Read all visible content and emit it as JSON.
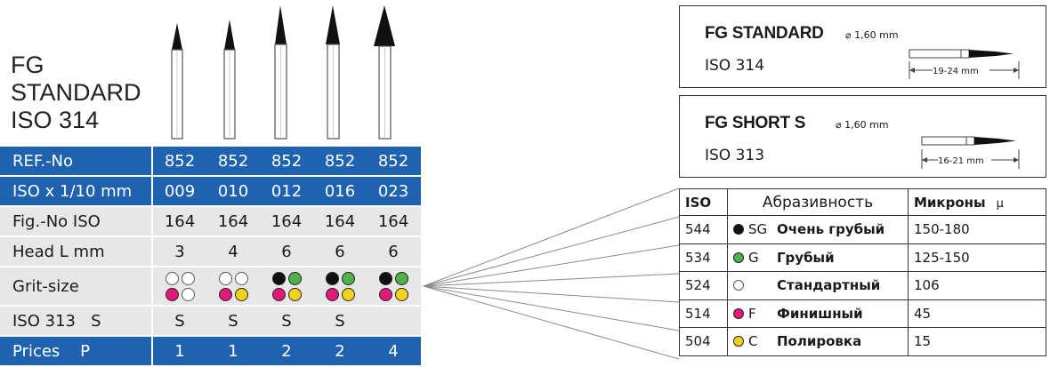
{
  "title": [
    "FG",
    "STANDARD",
    "ISO 314"
  ],
  "colors": {
    "blue": "#1f63b0",
    "black": "#111111",
    "green": "#4fb04c",
    "white": "#ffffff",
    "pink": "#e0197a",
    "yellow": "#f4d21c"
  },
  "table": {
    "rows": [
      {
        "label": "REF.-No",
        "values": [
          "852",
          "852",
          "852",
          "852",
          "852"
        ]
      },
      {
        "label": "ISO x 1/10 mm",
        "values": [
          "009",
          "010",
          "012",
          "016",
          "023"
        ]
      },
      {
        "label": "Fig.-No ISO",
        "values": [
          "164",
          "164",
          "164",
          "164",
          "164"
        ]
      },
      {
        "label": "Head L mm",
        "values": [
          "3",
          "4",
          "6",
          "6",
          "6"
        ]
      }
    ],
    "grit_label": "Grit-size",
    "grit": [
      [
        "white",
        "white",
        "pink",
        "white"
      ],
      [
        "white",
        "white",
        "pink",
        "yellow"
      ],
      [
        "black",
        "green",
        "pink",
        "yellow"
      ],
      [
        "black",
        "green",
        "pink",
        "yellow"
      ],
      [
        "black",
        "green",
        "pink",
        "yellow"
      ]
    ],
    "short_row": {
      "label": "ISO 313   S",
      "values": [
        "S",
        "S",
        "S",
        "S",
        ""
      ]
    },
    "prices_row": {
      "label": "Prices    P",
      "values": [
        "1",
        "1",
        "2",
        "2",
        "4"
      ]
    }
  },
  "shank_boxes": [
    {
      "name": "FG STANDARD",
      "diameter": "⌀ 1,60 mm",
      "iso": "ISO 314",
      "length": "19-24 mm"
    },
    {
      "name": "FG SHORT S",
      "diameter": "⌀ 1,60 mm",
      "iso": "ISO 313",
      "length": "16-21 mm"
    }
  ],
  "legend": {
    "headers": {
      "iso": "ISO",
      "abrasive": "Абразивность",
      "microns": "Микроны",
      "mu": "μ"
    },
    "rows": [
      {
        "iso": "544",
        "color": "black",
        "code": "SG",
        "name": "Очень грубый",
        "microns": "150-180"
      },
      {
        "iso": "534",
        "color": "green",
        "code": "G",
        "name": "Грубый",
        "microns": "125-150"
      },
      {
        "iso": "524",
        "color": "white",
        "code": "",
        "name": "Стандартный",
        "microns": "106"
      },
      {
        "iso": "514",
        "color": "pink",
        "code": "F",
        "name": "Финишный",
        "microns": "45"
      },
      {
        "iso": "504",
        "color": "yellow",
        "code": "C",
        "name": "Полировка",
        "microns": "15"
      }
    ]
  }
}
